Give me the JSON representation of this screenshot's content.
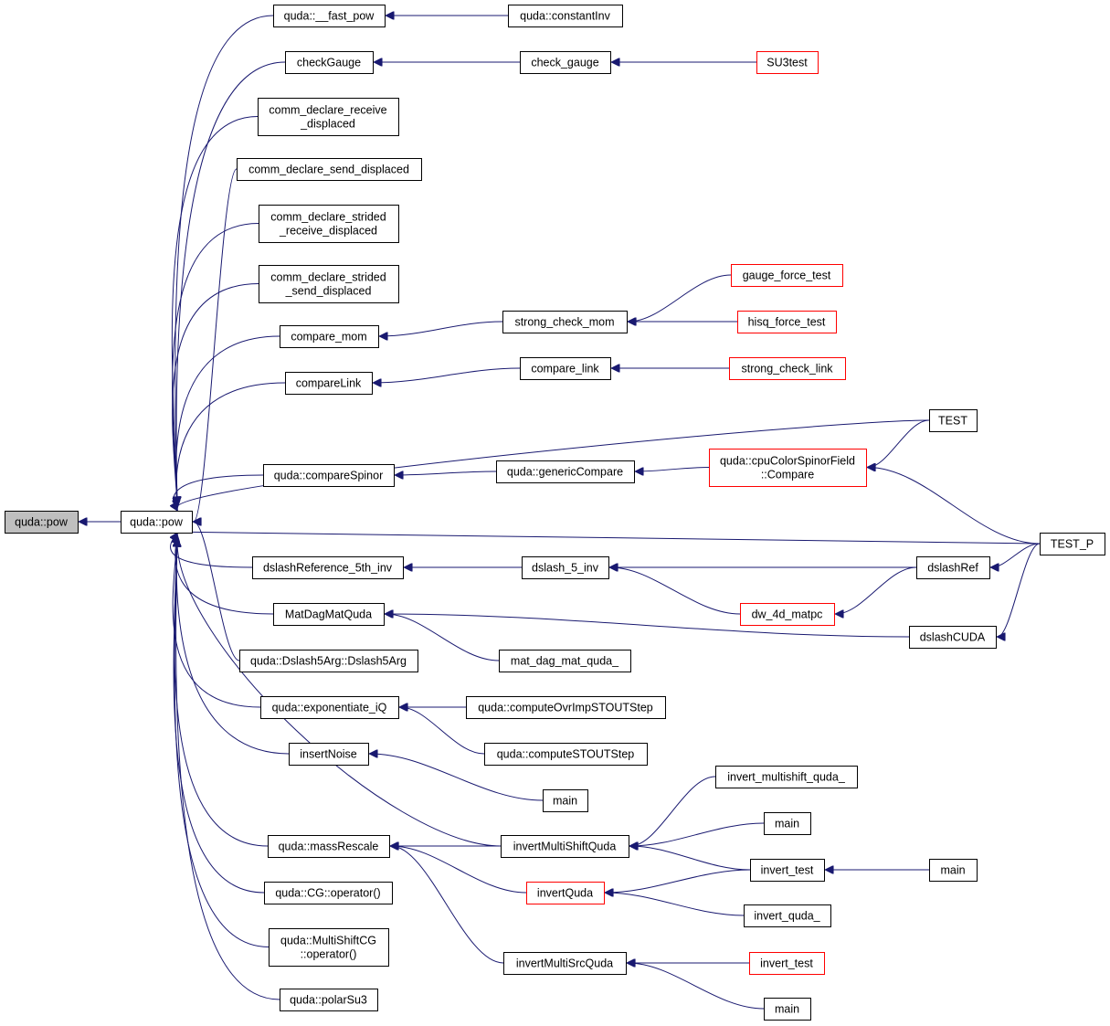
{
  "diagram": {
    "nodes": [
      {
        "id": "root",
        "lines": [
          "quda::pow"
        ],
        "style": "root"
      },
      {
        "id": "pow",
        "lines": [
          "quda::pow"
        ],
        "style": "normal"
      },
      {
        "id": "fastpow",
        "lines": [
          "quda::__fast_pow"
        ],
        "style": "normal"
      },
      {
        "id": "constinv",
        "lines": [
          "quda::constantInv"
        ],
        "style": "normal"
      },
      {
        "id": "checkgauge",
        "lines": [
          "checkGauge"
        ],
        "style": "normal"
      },
      {
        "id": "check_gauge",
        "lines": [
          "check_gauge"
        ],
        "style": "normal"
      },
      {
        "id": "su3test",
        "lines": [
          "SU3test"
        ],
        "style": "red"
      },
      {
        "id": "cdrd",
        "lines": [
          "comm_declare_receive",
          "_displaced"
        ],
        "style": "normal"
      },
      {
        "id": "cdsd",
        "lines": [
          "comm_declare_send_displaced"
        ],
        "style": "normal"
      },
      {
        "id": "cdsrd",
        "lines": [
          "comm_declare_strided",
          "_receive_displaced"
        ],
        "style": "normal"
      },
      {
        "id": "cdssd",
        "lines": [
          "comm_declare_strided",
          "_send_displaced"
        ],
        "style": "normal"
      },
      {
        "id": "gft",
        "lines": [
          "gauge_force_test"
        ],
        "style": "red"
      },
      {
        "id": "comparemom",
        "lines": [
          "compare_mom"
        ],
        "style": "normal"
      },
      {
        "id": "scm",
        "lines": [
          "strong_check_mom"
        ],
        "style": "normal"
      },
      {
        "id": "hft",
        "lines": [
          "hisq_force_test"
        ],
        "style": "red"
      },
      {
        "id": "comparelinkC",
        "lines": [
          "compareLink"
        ],
        "style": "normal"
      },
      {
        "id": "compare_link",
        "lines": [
          "compare_link"
        ],
        "style": "normal"
      },
      {
        "id": "scl",
        "lines": [
          "strong_check_link"
        ],
        "style": "red"
      },
      {
        "id": "test",
        "lines": [
          "TEST"
        ],
        "style": "normal"
      },
      {
        "id": "cmpspinor",
        "lines": [
          "quda::compareSpinor"
        ],
        "style": "normal"
      },
      {
        "id": "gencmp",
        "lines": [
          "quda::genericCompare"
        ],
        "style": "normal"
      },
      {
        "id": "cpucmp",
        "lines": [
          "quda::cpuColorSpinorField",
          "::Compare"
        ],
        "style": "red"
      },
      {
        "id": "testp",
        "lines": [
          "TEST_P"
        ],
        "style": "normal"
      },
      {
        "id": "dslref5",
        "lines": [
          "dslashReference_5th_inv"
        ],
        "style": "normal"
      },
      {
        "id": "dslash5inv",
        "lines": [
          "dslash_5_inv"
        ],
        "style": "normal"
      },
      {
        "id": "dslashref",
        "lines": [
          "dslashRef"
        ],
        "style": "normal"
      },
      {
        "id": "dw4d",
        "lines": [
          "dw_4d_matpc"
        ],
        "style": "red"
      },
      {
        "id": "matdag",
        "lines": [
          "MatDagMatQuda"
        ],
        "style": "normal"
      },
      {
        "id": "dslashcuda",
        "lines": [
          "dslashCUDA"
        ],
        "style": "normal"
      },
      {
        "id": "mdmq_",
        "lines": [
          "mat_dag_mat_quda_"
        ],
        "style": "normal"
      },
      {
        "id": "d5arg",
        "lines": [
          "quda::Dslash5Arg::Dslash5Arg"
        ],
        "style": "normal"
      },
      {
        "id": "expiq",
        "lines": [
          "quda::exponentiate_iQ"
        ],
        "style": "normal"
      },
      {
        "id": "covr",
        "lines": [
          "quda::computeOvrImpSTOUTStep"
        ],
        "style": "normal"
      },
      {
        "id": "cstout",
        "lines": [
          "quda::computeSTOUTStep"
        ],
        "style": "normal"
      },
      {
        "id": "insnoise",
        "lines": [
          "insertNoise"
        ],
        "style": "normal"
      },
      {
        "id": "main1",
        "lines": [
          "main"
        ],
        "style": "normal"
      },
      {
        "id": "imsq_",
        "lines": [
          "invert_multishift_quda_"
        ],
        "style": "normal"
      },
      {
        "id": "main2",
        "lines": [
          "main"
        ],
        "style": "normal"
      },
      {
        "id": "imsq",
        "lines": [
          "invertMultiShiftQuda"
        ],
        "style": "normal"
      },
      {
        "id": "massresc",
        "lines": [
          "quda::massRescale"
        ],
        "style": "normal"
      },
      {
        "id": "invtest",
        "lines": [
          "invert_test"
        ],
        "style": "normal"
      },
      {
        "id": "main3",
        "lines": [
          "main"
        ],
        "style": "normal"
      },
      {
        "id": "cgop",
        "lines": [
          "quda::CG::operator()"
        ],
        "style": "normal"
      },
      {
        "id": "invq",
        "lines": [
          "invertQuda"
        ],
        "style": "red"
      },
      {
        "id": "invq_",
        "lines": [
          "invert_quda_"
        ],
        "style": "normal"
      },
      {
        "id": "mscg",
        "lines": [
          "quda::MultiShiftCG",
          "::operator()"
        ],
        "style": "normal"
      },
      {
        "id": "imsrc",
        "lines": [
          "invertMultiSrcQuda"
        ],
        "style": "normal"
      },
      {
        "id": "invtest2",
        "lines": [
          "invert_test"
        ],
        "style": "red"
      },
      {
        "id": "polar",
        "lines": [
          "quda::polarSu3"
        ],
        "style": "normal"
      },
      {
        "id": "main4",
        "lines": [
          "main"
        ],
        "style": "normal"
      }
    ],
    "edges": [
      [
        "pow",
        "root"
      ],
      [
        "fastpow",
        "pow"
      ],
      [
        "checkgauge",
        "pow"
      ],
      [
        "cdrd",
        "pow"
      ],
      [
        "cdsd",
        "pow"
      ],
      [
        "cdsrd",
        "pow"
      ],
      [
        "cdssd",
        "pow"
      ],
      [
        "comparemom",
        "pow"
      ],
      [
        "comparelinkC",
        "pow"
      ],
      [
        "test",
        "pow"
      ],
      [
        "cmpspinor",
        "pow"
      ],
      [
        "testp",
        "pow"
      ],
      [
        "dslref5",
        "pow"
      ],
      [
        "matdag",
        "pow"
      ],
      [
        "d5arg",
        "pow"
      ],
      [
        "expiq",
        "pow"
      ],
      [
        "insnoise",
        "pow"
      ],
      [
        "imsq",
        "pow"
      ],
      [
        "massresc",
        "pow"
      ],
      [
        "cgop",
        "pow"
      ],
      [
        "mscg",
        "pow"
      ],
      [
        "polar",
        "pow"
      ],
      [
        "constinv",
        "fastpow"
      ],
      [
        "check_gauge",
        "checkgauge"
      ],
      [
        "su3test",
        "check_gauge"
      ],
      [
        "scm",
        "comparemom"
      ],
      [
        "gft",
        "scm"
      ],
      [
        "hft",
        "scm"
      ],
      [
        "compare_link",
        "comparelinkC"
      ],
      [
        "scl",
        "compare_link"
      ],
      [
        "gencmp",
        "cmpspinor"
      ],
      [
        "cpucmp",
        "gencmp"
      ],
      [
        "test",
        "cpucmp"
      ],
      [
        "testp",
        "cpucmp"
      ],
      [
        "dslash5inv",
        "dslref5"
      ],
      [
        "dslashref",
        "dslash5inv"
      ],
      [
        "dw4d",
        "dslash5inv"
      ],
      [
        "dslashref",
        "dw4d"
      ],
      [
        "testp",
        "dslashref"
      ],
      [
        "dslashcuda",
        "matdag"
      ],
      [
        "mdmq_",
        "matdag"
      ],
      [
        "testp",
        "dslashcuda"
      ],
      [
        "covr",
        "expiq"
      ],
      [
        "cstout",
        "expiq"
      ],
      [
        "main1",
        "insnoise"
      ],
      [
        "imsq",
        "massresc"
      ],
      [
        "invq",
        "massresc"
      ],
      [
        "imsrc",
        "massresc"
      ],
      [
        "imsq_",
        "imsq"
      ],
      [
        "main2",
        "imsq"
      ],
      [
        "invtest",
        "imsq"
      ],
      [
        "invtest",
        "invq"
      ],
      [
        "invq_",
        "invq"
      ],
      [
        "main3",
        "invtest"
      ],
      [
        "invtest2",
        "imsrc"
      ],
      [
        "main4",
        "imsrc"
      ]
    ]
  }
}
